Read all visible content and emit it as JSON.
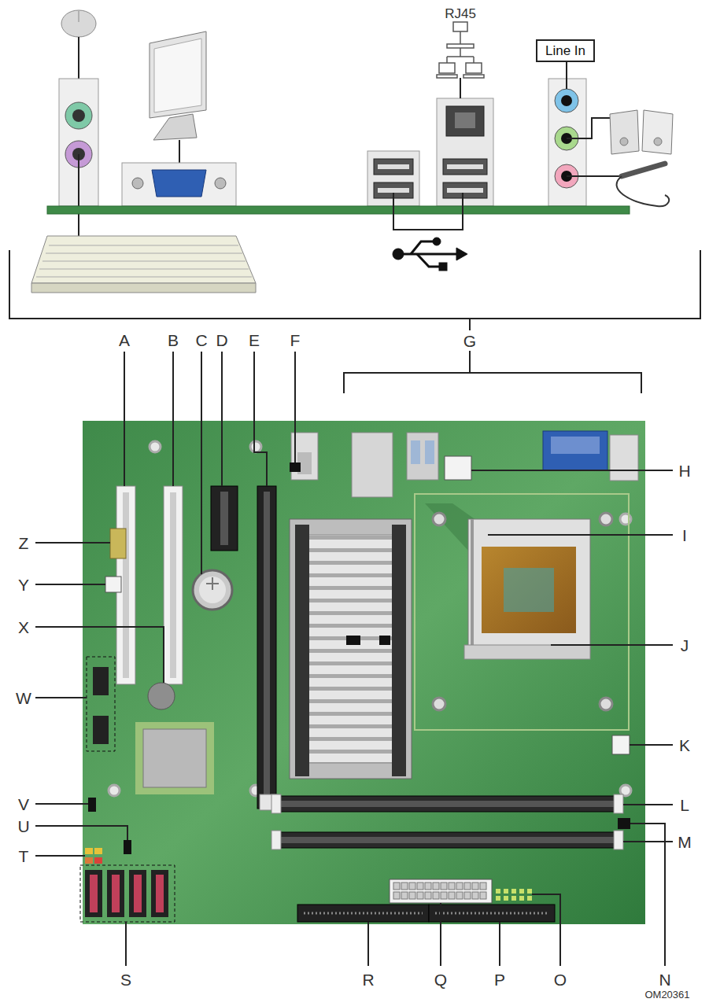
{
  "diagram": {
    "nodes": [
      {
        "text": [
          "Line In"
        ]
      }
    ],
    "labels": [
      "RJ45",
      "A",
      "B",
      "C",
      "D",
      "E",
      "F",
      "G",
      "H",
      "I",
      "J",
      "K",
      "L",
      "M",
      "N",
      "O",
      "P",
      "Q",
      "R",
      "S",
      "T",
      "U",
      "V",
      "W",
      "X",
      "Y",
      "Z",
      "OM20361"
    ]
  }
}
